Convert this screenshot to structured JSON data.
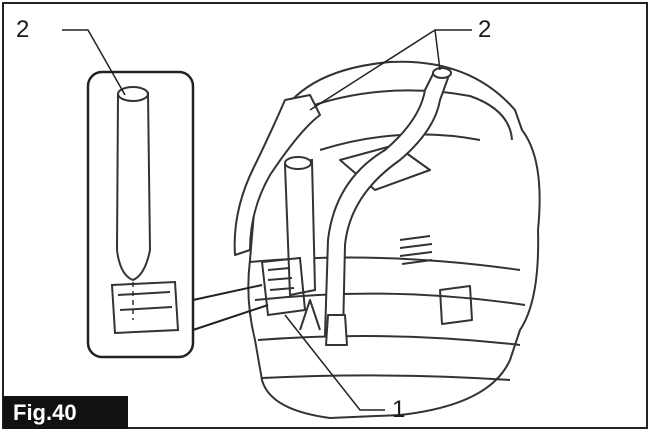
{
  "figure": {
    "badge": "Fig.40",
    "callouts": {
      "top_left": "2",
      "top_right": "2",
      "bottom": "1"
    }
  }
}
